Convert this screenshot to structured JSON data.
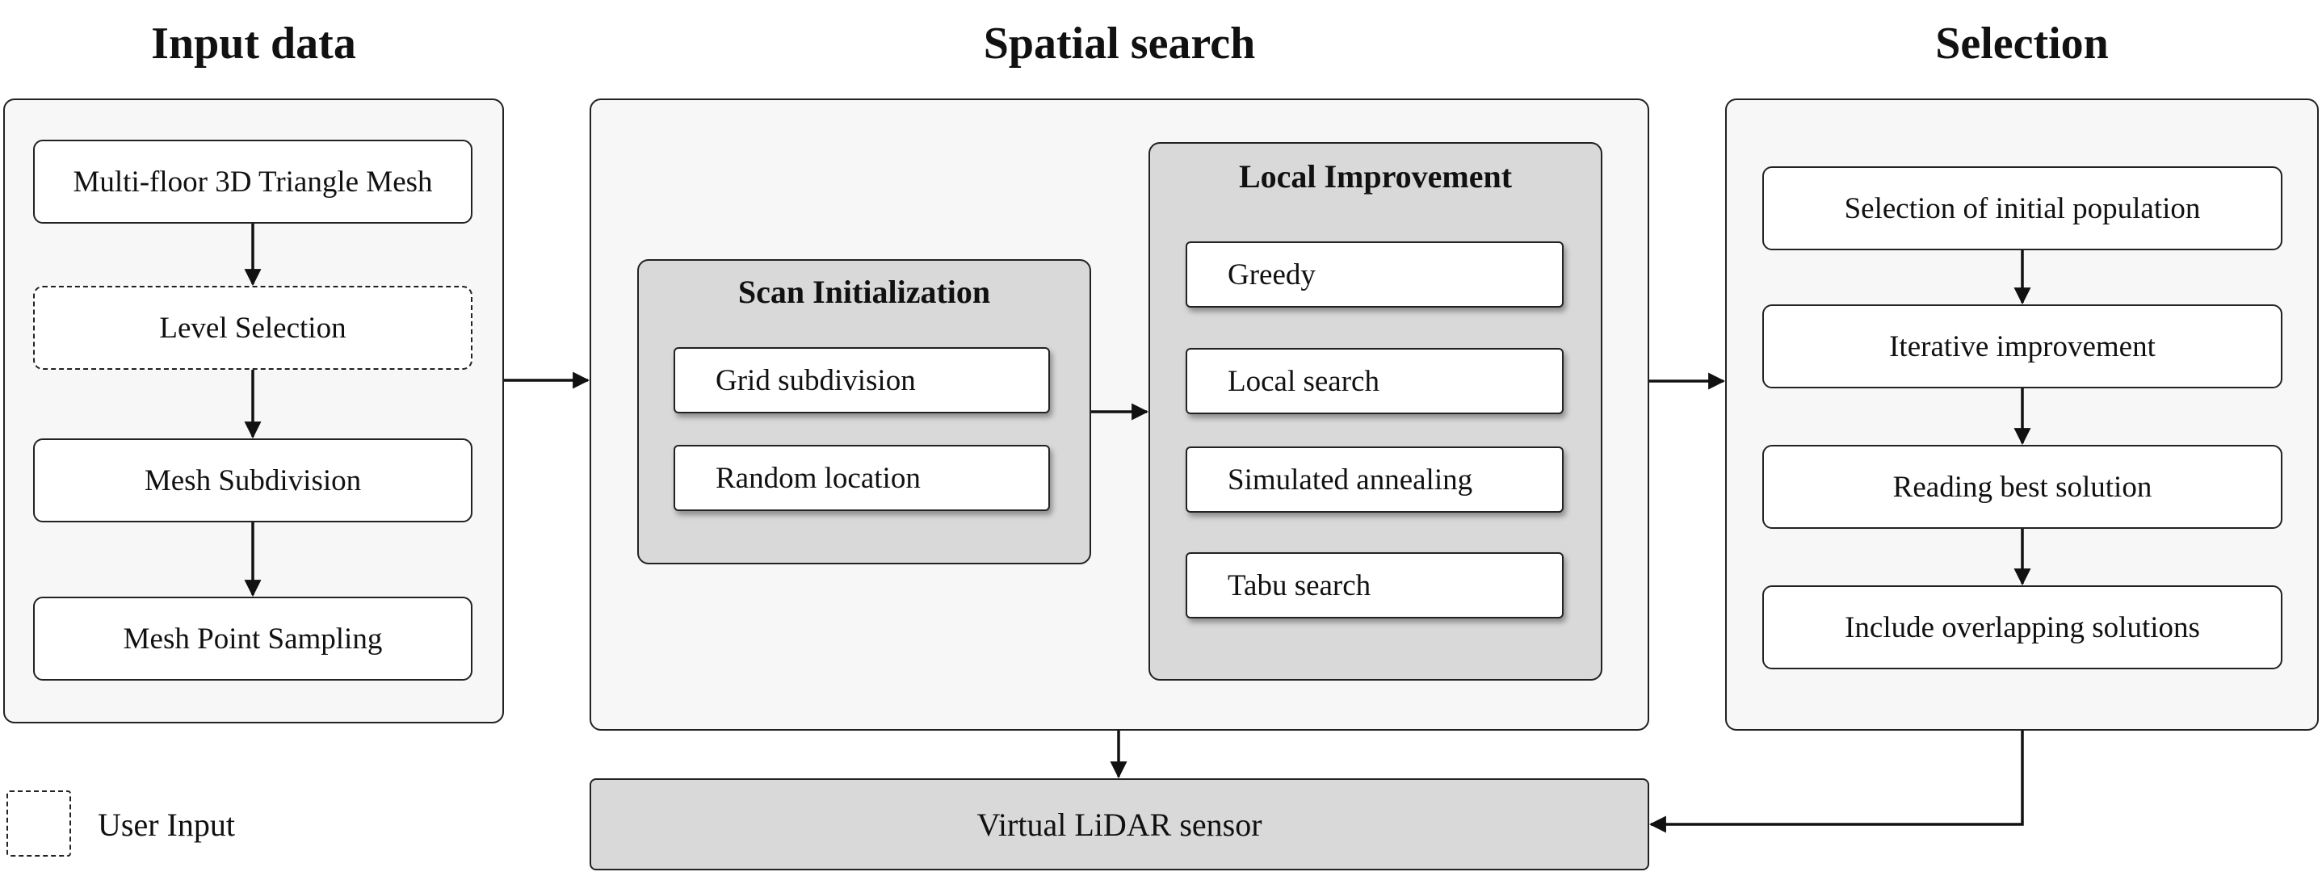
{
  "columns": {
    "input": {
      "title": "Input data",
      "steps": [
        "Multi-floor 3D Triangle Mesh",
        "Level Selection",
        "Mesh Subdivision",
        "Mesh Point Sampling"
      ]
    },
    "spatial": {
      "title": "Spatial search",
      "scan_init": {
        "title": "Scan Initialization",
        "items": [
          "Grid subdivision",
          "Random location"
        ]
      },
      "local_improvement": {
        "title": "Local Improvement",
        "items": [
          "Greedy",
          "Local search",
          "Simulated annealing",
          "Tabu search"
        ]
      }
    },
    "selection": {
      "title": "Selection",
      "steps": [
        "Selection of initial population",
        "Iterative improvement",
        "Reading best solution",
        "Include overlapping solutions"
      ]
    }
  },
  "sensor": {
    "label": "Virtual LiDAR sensor"
  },
  "legend": {
    "user_input_label": "User Input"
  },
  "colors": {
    "panel_bg": "#f7f7f7",
    "subpanel_bg": "#d9d9d9",
    "stroke": "#222222"
  }
}
